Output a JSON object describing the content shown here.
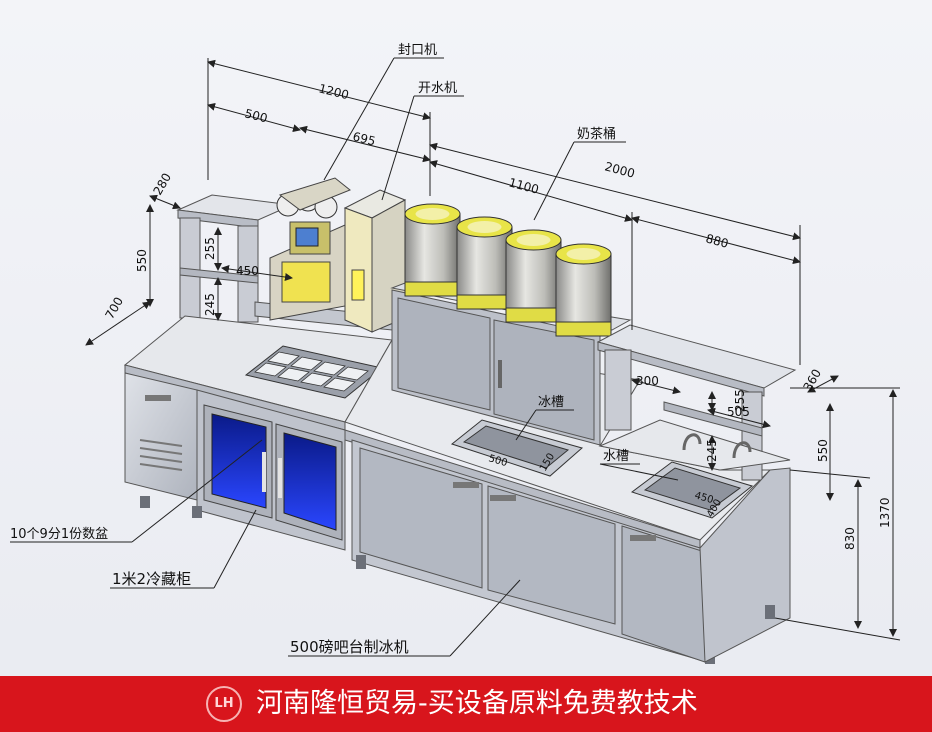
{
  "labels": {
    "sealer": "封口机",
    "boiler": "开水机",
    "milk_tea_bucket": "奶茶桶",
    "ice_tank": "冰槽",
    "sink": "水槽",
    "portion_pans": "10个9分1份数盆",
    "fridge": "1米2冷藏柜",
    "ice_machine": "500磅吧台制冰机"
  },
  "dimensions": {
    "d1200": "1200",
    "d500": "500",
    "d695": "695",
    "d1100": "1100",
    "d2000": "2000",
    "d880": "880",
    "d280": "280",
    "d550a": "550",
    "d255a": "255",
    "d450a": "450",
    "d245a": "245",
    "d700": "700",
    "d300": "300",
    "d360": "360",
    "d255b": "255",
    "d505": "505",
    "d245b": "245",
    "d550b": "550",
    "d830": "830",
    "d1370": "1370",
    "d500b": "500",
    "d150": "150",
    "d450b": "450",
    "d400": "400"
  },
  "footer": {
    "logo_text": "LH",
    "banner": "河南隆恒贸易-买设备原料免费教技术"
  },
  "colors": {
    "steel": "#c9cdd6",
    "steel_dark": "#9ea3ae",
    "bucket_yellow": "#e6e24a",
    "fridge_blue": "#1d34d6",
    "footer_red": "#d8151c"
  }
}
